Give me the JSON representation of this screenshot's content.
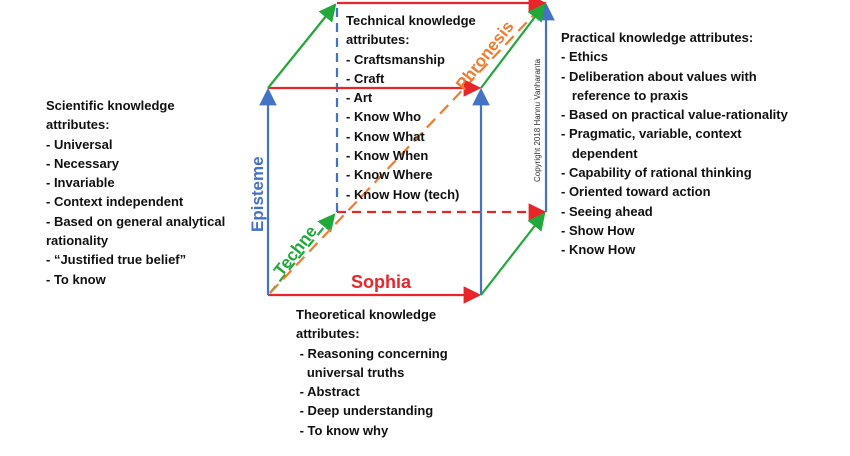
{
  "axes": {
    "episteme": {
      "label": "Episteme",
      "color": "#4472c4"
    },
    "techne": {
      "label": "Techne",
      "color": "#22a83a"
    },
    "phronesis": {
      "label": "Phronesis",
      "color": "#ed7d31"
    },
    "sophia": {
      "label": "Sophia",
      "color": "#e8262a"
    }
  },
  "copyright": "Copyright 2018 Hannu Vanharanta",
  "technical": {
    "title": [
      "Technical knowledge",
      "attributes:"
    ],
    "items": [
      "- Craftsmanship",
      "- Craft",
      "- Art",
      "- Know Who",
      "- Know What",
      "- Know When",
      "- Know Where",
      "- Know How (tech)"
    ]
  },
  "scientific": {
    "title": [
      "Scientific knowledge",
      "attributes:"
    ],
    "items": [
      "- Universal",
      "- Necessary",
      "- Invariable",
      "- Context independent",
      "- Based on general analytical",
      "rationality",
      "- “Justified true belief”",
      "- To know"
    ]
  },
  "practical": {
    "title": [
      "Practical knowledge attributes:"
    ],
    "items": [
      "- Ethics",
      "- Deliberation about values with",
      "   reference to praxis",
      "- Based on practical value-rationality",
      "- Pragmatic, variable, context",
      "   dependent",
      "- Capability of rational thinking",
      "- Oriented toward action",
      "- Seeing ahead",
      "- Show How",
      "- Know How"
    ]
  },
  "theoretical": {
    "title": [
      "Theoretical knowledge",
      "attributes:"
    ],
    "items": [
      " - Reasoning concerning",
      "   universal truths",
      " - Abstract",
      " - Deep understanding",
      " - To know why"
    ]
  }
}
